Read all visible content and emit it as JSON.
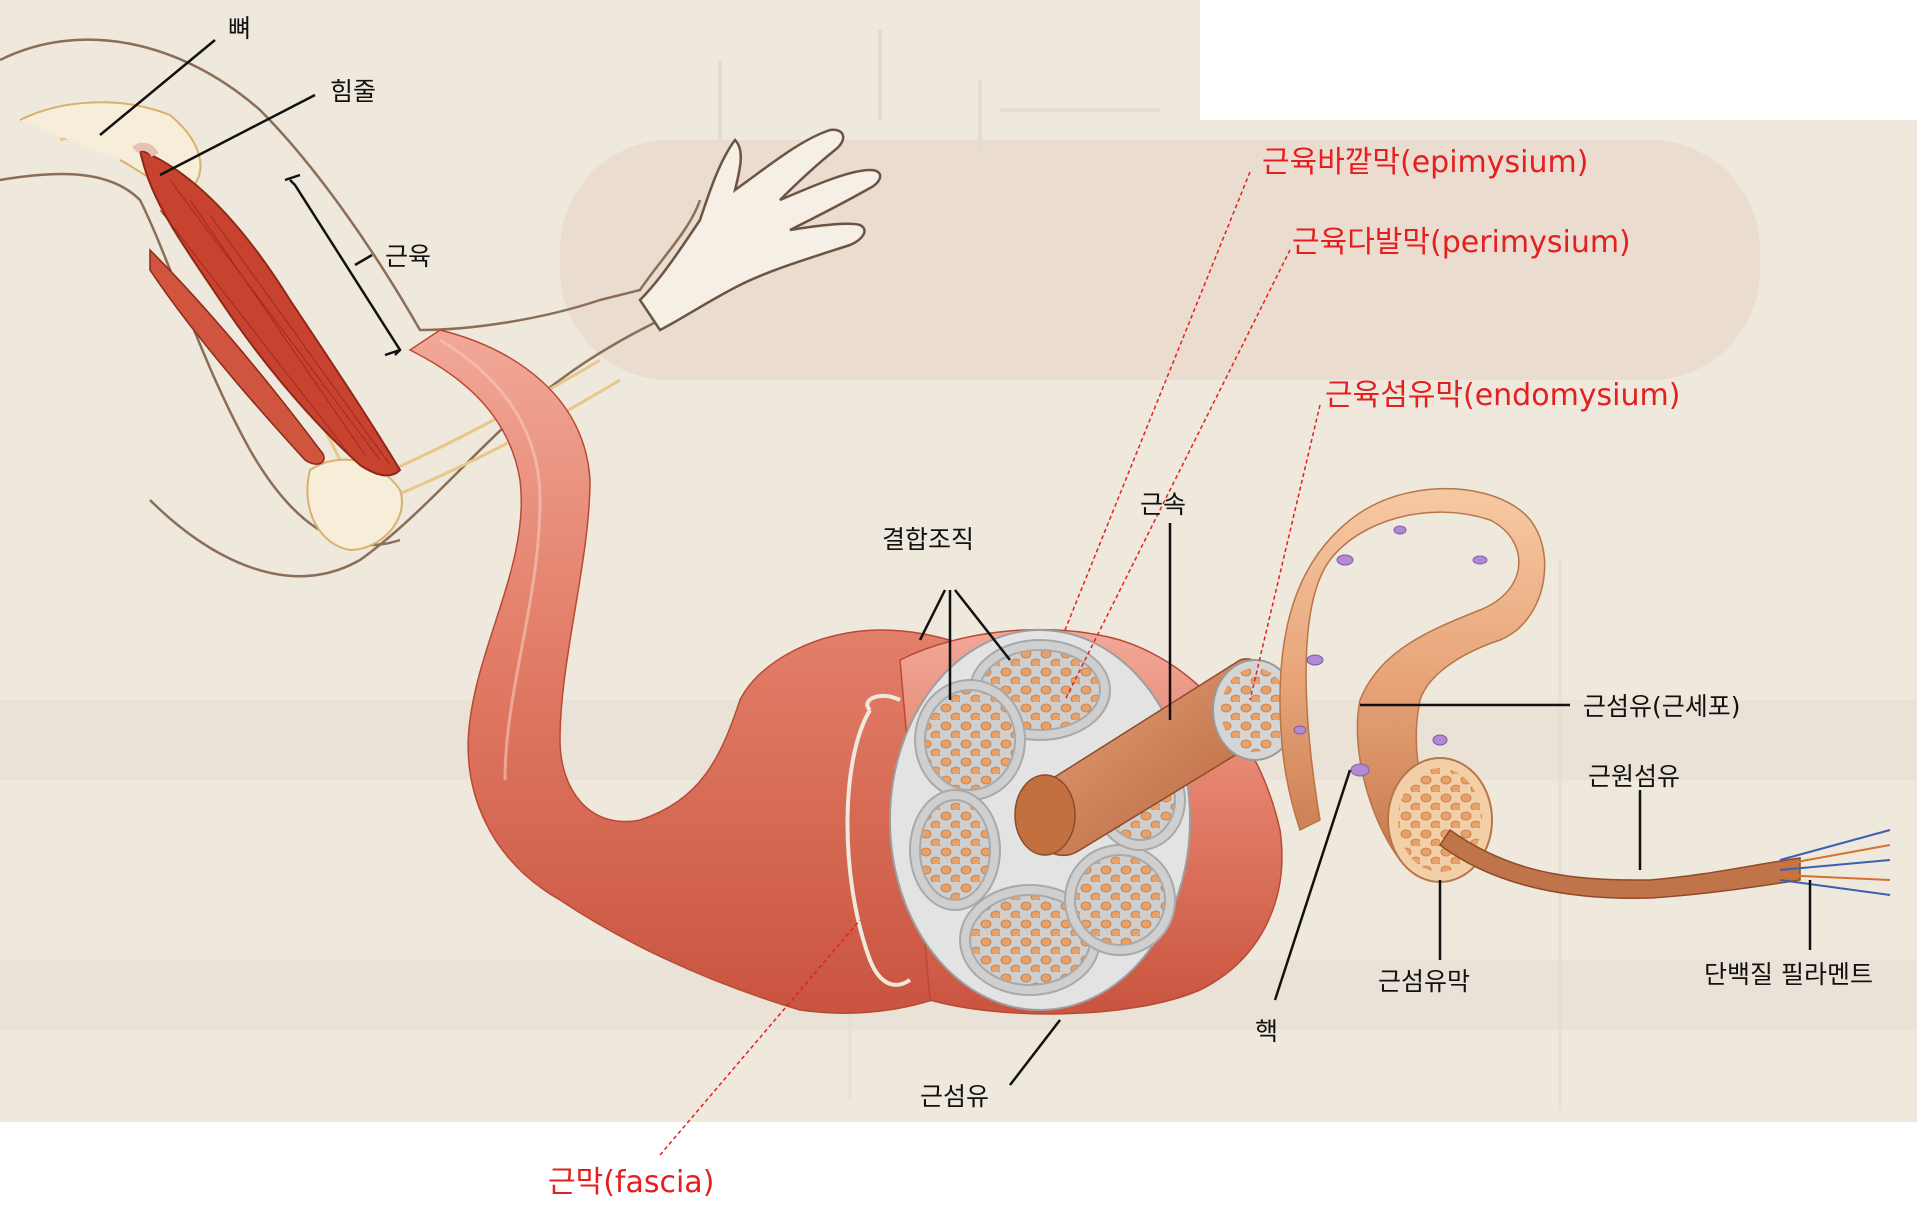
{
  "labels": {
    "bone": "뼈",
    "tendon": "힘줄",
    "muscle": "근육",
    "connective_tissue": "결합조직",
    "fascicle": "근속",
    "muscle_fiber_cell": "근섬유(근세포)",
    "myofibril": "근원섬유",
    "sarcolemma": "근섬유막",
    "protein_filament": "단백질 필라멘트",
    "nucleus": "핵",
    "muscle_fiber": "근섬유"
  },
  "red_labels": {
    "epimysium": "근육바깥막(epimysium)",
    "perimysium": "근육다발막(perimysium)",
    "endomysium": "근육섬유막(endomysium)",
    "fascia": "근막(fascia)"
  },
  "colors": {
    "label_red": "#e41f1f",
    "muscle": "#e27a66",
    "bundle_interior": "#cfcfcf",
    "fiber_dot": "#e7a169",
    "background_paper": "#efe8dc"
  }
}
